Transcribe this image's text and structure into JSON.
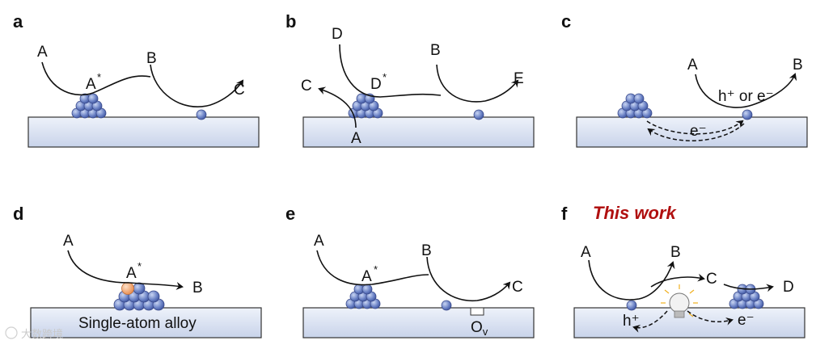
{
  "panels": [
    {
      "id": "a",
      "labels": {
        "a": "A",
        "astar": "A",
        "b": "B",
        "c": "C"
      },
      "star": "*"
    },
    {
      "id": "b",
      "labels": {
        "d": "D",
        "c": "C",
        "dstar": "D",
        "b": "B",
        "e": "E",
        "a": "A"
      },
      "star": "*"
    },
    {
      "id": "c",
      "labels": {
        "a": "A",
        "b": "B",
        "h_or_e": "h⁺ or e⁻",
        "e": "e⁻"
      }
    },
    {
      "id": "d",
      "labels": {
        "a": "A",
        "astar": "A",
        "b": "B",
        "slab": "Single-atom alloy"
      },
      "star": "*"
    },
    {
      "id": "e",
      "labels": {
        "a": "A",
        "astar": "A",
        "b": "B",
        "c": "C",
        "ov": "O",
        "ov_sub": "v"
      },
      "star": "*"
    },
    {
      "id": "f",
      "title": "This work",
      "labels": {
        "a": "A",
        "b": "B",
        "c": "C",
        "d": "D",
        "h": "h⁺",
        "e": "e⁻"
      }
    }
  ],
  "colors": {
    "accent_title": "#b01010",
    "slab_top": "#eef2fa",
    "slab_bottom": "#c8d3ea",
    "atom": "#6f86c8",
    "dopant": "#f0a070"
  },
  "watermark": "大数跨境"
}
